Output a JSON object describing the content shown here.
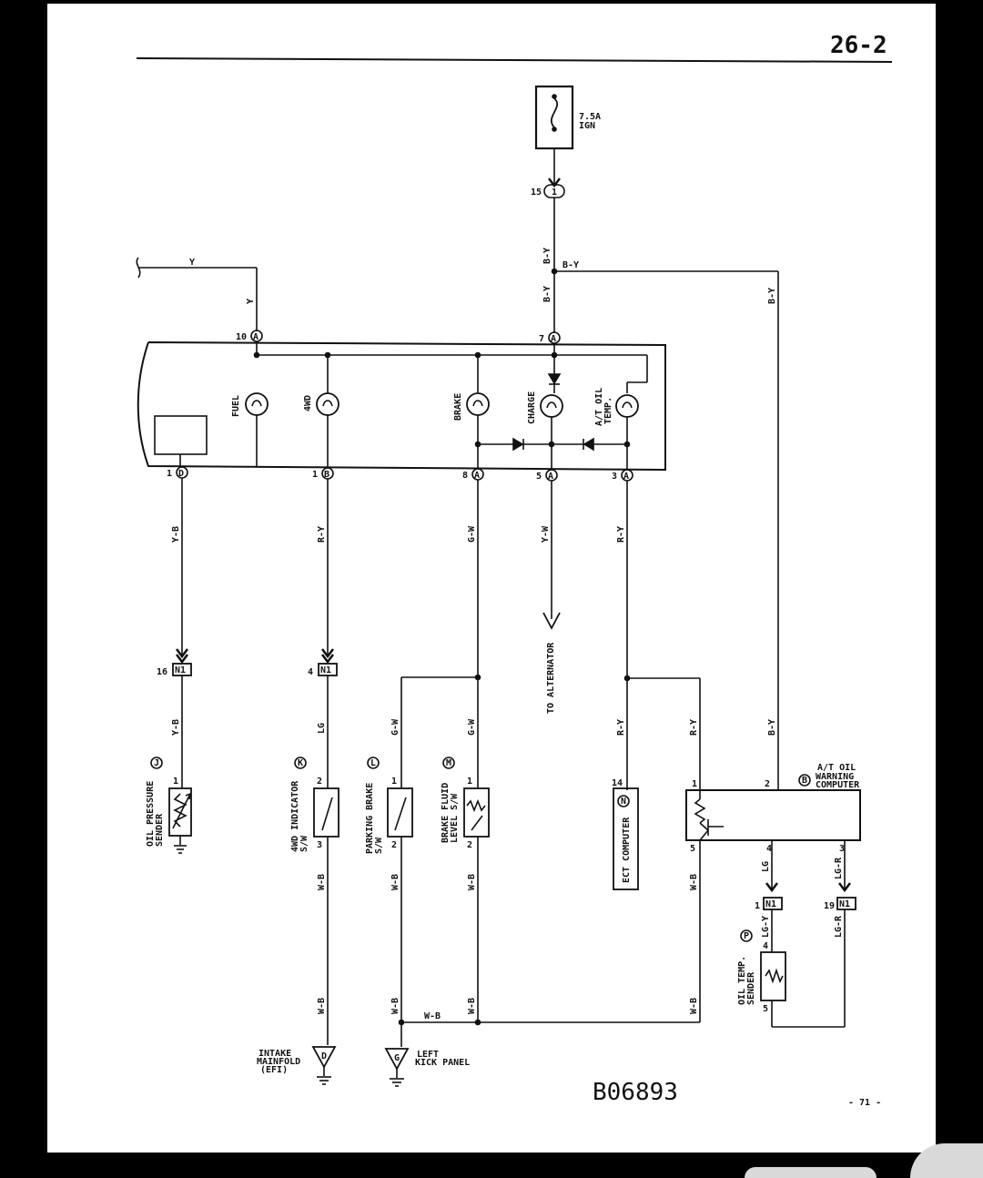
{
  "page_number": "26-2",
  "footer_page": "- 71 -",
  "diagram_code": "B06893",
  "fuse": {
    "rating": "7.5A",
    "name": "IGN"
  },
  "wire_colors": {
    "y": "Y",
    "b_y": "B-Y",
    "y_b": "Y-B",
    "r_y": "R-Y",
    "g_w": "G-W",
    "y_w": "Y-W",
    "lg": "LG",
    "w_b": "W-B",
    "lg_y": "LG-Y",
    "lg_r": "LG-R"
  },
  "pins": {
    "p15": "15",
    "p10": "10",
    "p7": "7",
    "p1": "1",
    "p8": "8",
    "p5": "5",
    "p3": "3",
    "p16": "16",
    "p4": "4",
    "p14": "14",
    "p19": "19",
    "p2": "2"
  },
  "connectors": {
    "c1": "1",
    "ca": "A",
    "cb": "B",
    "cd": "D",
    "n1": "N1"
  },
  "lamps": {
    "fuel": "FUEL",
    "fwd": "4WD",
    "brake": "BRAKE",
    "charge": "CHARGE",
    "at_oil_1": "A/T OIL",
    "at_oil_2": "TEMP."
  },
  "to_alternator": "TO ALTERNATOR",
  "components": {
    "oil_pressure_1": "OIL PRESSURE",
    "oil_pressure_2": "SENDER",
    "oil_pressure_id": "J",
    "fwd_indicator_1": "4WD INDICATOR",
    "fwd_indicator_2": "S/W",
    "fwd_indicator_id": "K",
    "parking_brake_1": "PARKING BRAKE",
    "parking_brake_2": "S/W",
    "parking_brake_id": "L",
    "brake_fluid_1": "BRAKE FLUID",
    "brake_fluid_2": "LEVEL S/W",
    "brake_fluid_id": "M",
    "ect_computer": "ECT COMPUTER",
    "ect_id": "N",
    "at_warning_1": "A/T OIL",
    "at_warning_2": "WARNING",
    "at_warning_3": "COMPUTER",
    "at_warning_id": "B",
    "oil_temp_1": "OIL TEMP.",
    "oil_temp_2": "SENDER",
    "oil_temp_id": "P"
  },
  "grounds": {
    "d_id": "D",
    "d_1": "INTAKE",
    "d_2": "MAINFOLD",
    "d_3": "(EFI)",
    "g_id": "G",
    "g_1": "LEFT",
    "g_2": "KICK PANEL"
  }
}
